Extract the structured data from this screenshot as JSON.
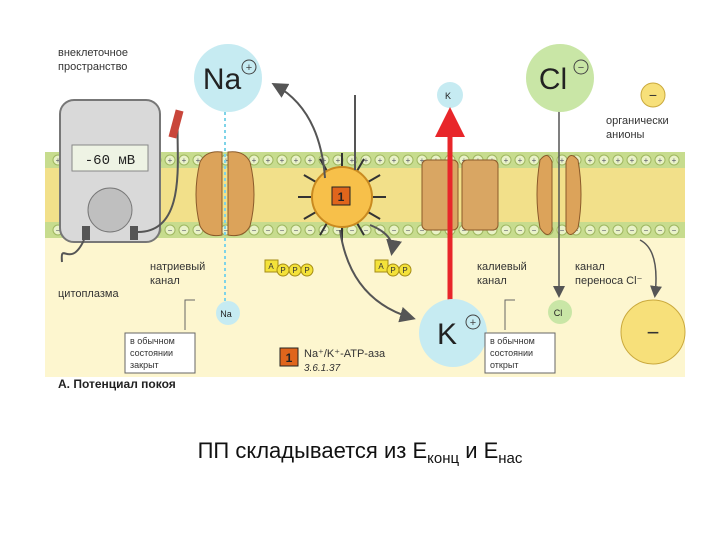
{
  "labels": {
    "extracellular": [
      "внеклеточное",
      "пространство"
    ],
    "cytoplasm": "цитоплазма",
    "voltmeter": "-60 мВ",
    "na_channel": [
      "натриевый",
      "канал"
    ],
    "k_channel": [
      "калиевый",
      "канал"
    ],
    "cl_channel": [
      "канал",
      "переноса Cl⁻"
    ],
    "organic_anions": [
      "органически",
      "анионы"
    ],
    "na_closed": [
      "в обычном",
      "состоянии",
      "закрыт"
    ],
    "k_open": [
      "в обычном",
      "состоянии",
      "открыт"
    ],
    "enzyme_name": "Na⁺/K⁺-ATP-аза",
    "enzyme_code": "3.6.1.37",
    "enzyme_marker": "1",
    "figure_title": "А. Потенциал покоя"
  },
  "ions": {
    "na_out": "Na",
    "na_in": "Na",
    "k_out": "K",
    "k_in": "K",
    "cl_out": "Cl",
    "cl_in": "Cl",
    "plus": "+",
    "minus": "−"
  },
  "atp_labels": [
    "A",
    "P",
    "P",
    "P"
  ],
  "adp_labels": [
    "A",
    "P",
    "P"
  ],
  "caption": {
    "prefix": "ПП складывается из Е",
    "sub1": "конц",
    "middle": " и Е",
    "sub2": "нас"
  },
  "colors": {
    "membrane": "#f2e08a",
    "lipid_head": "#c7dc8e",
    "channel": "#dca35a",
    "enzyme": "#f7c04a",
    "na_circle": "#c6ebf2",
    "k_circle": "#c6ebf2",
    "cl_circle": "#c9e6a6",
    "anion_circle": "#f7e07a",
    "k_arrow": "#e8262a",
    "na_arrow": "#7ed3e8"
  }
}
